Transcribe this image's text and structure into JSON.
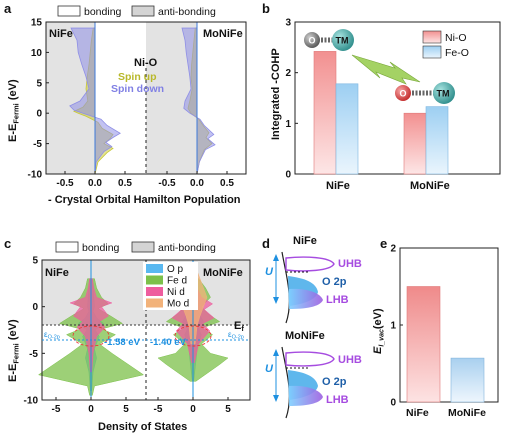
{
  "colors": {
    "gray_region": "#e3e3e3",
    "bonding_box": "#ffffff",
    "antibonding_box": "#d4d4d4",
    "spin_up": "#c8c83a",
    "spin_down": "#8f8fe6",
    "ni_o_bar": "#f2a0a0",
    "fe_o_bar": "#a8d4f2",
    "o_p": "#59b8f0",
    "fe_d": "#7cc04a",
    "ni_d": "#ee5d9e",
    "mo_d": "#f2b27a",
    "fermi_blue": "#1e90e0",
    "uhb": "#a64ce0",
    "arrow_green": "#99cc55",
    "ball": "#6f6f6f",
    "tm_ball": "#40a8a6",
    "o_ball": "#d93b3b",
    "e_bar": "#f29a9a",
    "e_bar2": "#b4d6f0"
  },
  "panels": {
    "a": {
      "label": "a"
    },
    "b": {
      "label": "b"
    },
    "c": {
      "label": "c"
    },
    "d": {
      "label": "d"
    },
    "e": {
      "label": "e"
    }
  },
  "chart_data": [
    {
      "id": "a",
      "type": "area",
      "legend": [
        "bonding",
        "anti-bonding"
      ],
      "ylabel_main": "E-E",
      "ylabel_sub": "Fermi",
      "ylabel_unit": "(eV)",
      "xlabel": "- Crystal Orbital Hamilton Population",
      "ylim": [
        -10,
        15
      ],
      "yticks": [
        -10,
        -5,
        0,
        5,
        10,
        15
      ],
      "xticks_left": [
        "-0.5",
        "0.0",
        "0.5"
      ],
      "xticks_right": [
        "-0.5",
        "0.0",
        "0.5"
      ],
      "panel_names": [
        "NiFe",
        "MoNiFe"
      ],
      "center_label": "Ni-O",
      "spin_labels": [
        "Spin up",
        "Spin down"
      ],
      "series": [
        {
          "name": "Spin up",
          "panel": "NiFe",
          "x": [
            -0.03,
            -0.06,
            -0.08,
            -0.1,
            -0.13,
            -0.15,
            -0.12,
            -0.2,
            -0.35,
            -0.28,
            -0.15,
            0.05,
            0.12,
            0.3,
            0.25,
            0.15,
            0.3,
            0.2,
            0.05,
            0
          ],
          "y": [
            14,
            12,
            10,
            8,
            6,
            4,
            2,
            1,
            0.3,
            0,
            -0.5,
            -1.5,
            -2.5,
            -3.5,
            -4.2,
            -5,
            -5.8,
            -6.5,
            -8,
            -10
          ]
        },
        {
          "name": "Spin down",
          "panel": "NiFe",
          "x": [
            -0.4,
            -0.3,
            -0.28,
            -0.22,
            -0.15,
            -0.1,
            -0.25,
            -0.42,
            -0.35,
            -0.2,
            0.1,
            0.2,
            0.42,
            0.3,
            0.18,
            0.28,
            0.15,
            0.02,
            0
          ],
          "y": [
            14,
            12,
            10,
            8,
            6,
            4,
            2,
            1.2,
            0.5,
            0,
            -1,
            -2,
            -3.3,
            -4,
            -4.8,
            -5.5,
            -6.3,
            -8,
            -10
          ]
        },
        {
          "name": "Spin up",
          "panel": "MoNiFe",
          "x": [
            -0.03,
            -0.05,
            -0.07,
            -0.09,
            -0.1,
            -0.08,
            -0.12,
            -0.15,
            -0.1,
            0.03,
            0.1,
            0.2,
            0.15,
            0.25,
            0.12,
            0.04,
            0
          ],
          "y": [
            14,
            12,
            10,
            8,
            6,
            4,
            2,
            0.8,
            0,
            -1,
            -2,
            -3.2,
            -4,
            -5,
            -6,
            -8,
            -10
          ]
        },
        {
          "name": "Spin down",
          "panel": "MoNiFe",
          "x": [
            -0.25,
            -0.2,
            -0.18,
            -0.15,
            -0.12,
            -0.1,
            -0.2,
            -0.22,
            -0.12,
            0.05,
            0.12,
            0.28,
            0.18,
            0.3,
            0.14,
            0.04,
            0
          ],
          "y": [
            14,
            12,
            10,
            8,
            6,
            4,
            2,
            0.8,
            0,
            -1,
            -2,
            -3.5,
            -4.2,
            -5.2,
            -6,
            -8,
            -10
          ]
        }
      ]
    },
    {
      "id": "b",
      "type": "bar",
      "ylabel": "Integrated -COHP",
      "categories": [
        "NiFe",
        "MoNiFe"
      ],
      "ylim": [
        0,
        3
      ],
      "yticks": [
        0,
        1,
        2,
        3
      ],
      "series": [
        {
          "name": "Ni-O",
          "values": [
            2.42,
            1.2
          ]
        },
        {
          "name": "Fe-O",
          "values": [
            1.78,
            1.33
          ]
        }
      ],
      "ball_o": "O",
      "ball_tm": "TM"
    },
    {
      "id": "c",
      "type": "area",
      "legend": [
        "bonding",
        "anti-bonding"
      ],
      "pdos_legend": [
        "O p",
        "Fe d",
        "Ni d",
        "Mo d"
      ],
      "ylabel_main": "E-E",
      "ylabel_sub": "Fermi",
      "ylabel_unit": "(eV)",
      "xlabel": "Density of States",
      "ylim": [
        -10,
        5
      ],
      "yticks": [
        -10,
        -5,
        0,
        5
      ],
      "xticks_left": [
        "-5",
        "0",
        "5"
      ],
      "xticks_right": [
        "-5",
        "0",
        "5"
      ],
      "panel_names": [
        "NiFe",
        "MoNiFe"
      ],
      "fermi_label": "E",
      "fermi_sub": "f",
      "eo2p_label": "ε",
      "eo2p_sub": "O-2p",
      "nife_eo2p": "-1.58 eV",
      "monife_eo2p": "-1.40 eV",
      "series": [
        {
          "name": "O p",
          "panel": "NiFe",
          "x": [
            0.2,
            0.3,
            0.4,
            0.5,
            0.3,
            0.8,
            1.8,
            0.6,
            1.2,
            0.5,
            0.8,
            0.3,
            0.1
          ],
          "y": [
            3,
            2,
            1,
            0,
            -0.5,
            -1.2,
            -1.8,
            -2.5,
            -3.2,
            -4.5,
            -5.5,
            -7,
            -9
          ]
        },
        {
          "name": "Fe d",
          "panel": "NiFe",
          "x": [
            0.5,
            0.8,
            1.5,
            2.5,
            1,
            2.8,
            4.5,
            1.5,
            3.5,
            1.2,
            3,
            7.5,
            0.5,
            0.2
          ],
          "y": [
            3,
            2,
            1,
            0.3,
            -0.2,
            -1,
            -1.8,
            -2.4,
            -3,
            -4,
            -5,
            -7.3,
            -8.5,
            -9.5
          ]
        },
        {
          "name": "Ni d",
          "panel": "NiFe",
          "x": [
            0.2,
            0.4,
            0.8,
            3,
            1.5,
            2.5,
            1.2,
            2,
            0.8,
            0.3,
            0.1
          ],
          "y": [
            3,
            2,
            1,
            0.4,
            0,
            -1,
            -1.6,
            -2.2,
            -3.2,
            -5,
            -7
          ]
        },
        {
          "name": "O p",
          "panel": "MoNiFe",
          "x": [
            0.3,
            0.5,
            0.6,
            0.4,
            0.9,
            1.5,
            0.7,
            1.2,
            0.6,
            0.4,
            0.1
          ],
          "y": [
            3,
            2,
            1,
            0,
            -0.8,
            -1.6,
            -2.2,
            -3,
            -4.5,
            -6,
            -8
          ]
        },
        {
          "name": "Fe d",
          "panel": "MoNiFe",
          "x": [
            0.8,
            1.8,
            2.5,
            1.2,
            2.2,
            3.8,
            1.3,
            2.8,
            1.2,
            2.5,
            5,
            3.8,
            0.4
          ],
          "y": [
            3,
            2,
            1,
            0,
            -0.8,
            -1.6,
            -2.3,
            -3,
            -4,
            -5,
            -5.5,
            -6.2,
            -8
          ]
        },
        {
          "name": "Ni d",
          "panel": "MoNiFe",
          "x": [
            0.3,
            0.6,
            1.2,
            2.8,
            1.6,
            3,
            1.4,
            2.4,
            0.8,
            0.2
          ],
          "y": [
            3,
            2,
            1,
            0.3,
            -0.3,
            -1.2,
            -1.8,
            -2.6,
            -4,
            -6
          ]
        },
        {
          "name": "Mo d",
          "panel": "MoNiFe",
          "x": [
            0.5,
            1,
            1.5,
            2,
            1.5,
            1,
            0.6,
            0.3
          ],
          "y": [
            4,
            3,
            2,
            1,
            0,
            -1,
            -2,
            -4
          ]
        }
      ]
    },
    {
      "id": "d",
      "type": "diagram",
      "blocks": [
        {
          "title": "NiFe",
          "labels": [
            "UHB",
            "O 2p",
            "LHB"
          ],
          "u": "U"
        },
        {
          "title": "MoNiFe",
          "labels": [
            "UHB",
            "O 2p",
            "LHB"
          ],
          "u": "U"
        }
      ]
    },
    {
      "id": "e",
      "type": "bar",
      "ylabel_main": "E",
      "ylabel_sub": "I_vac",
      "ylabel_unit": "(eV)",
      "categories": [
        "NiFe",
        "MoNiFe"
      ],
      "values": [
        1.5,
        0.57
      ],
      "ylim": [
        0,
        2
      ],
      "yticks": [
        0,
        1,
        2
      ]
    }
  ]
}
